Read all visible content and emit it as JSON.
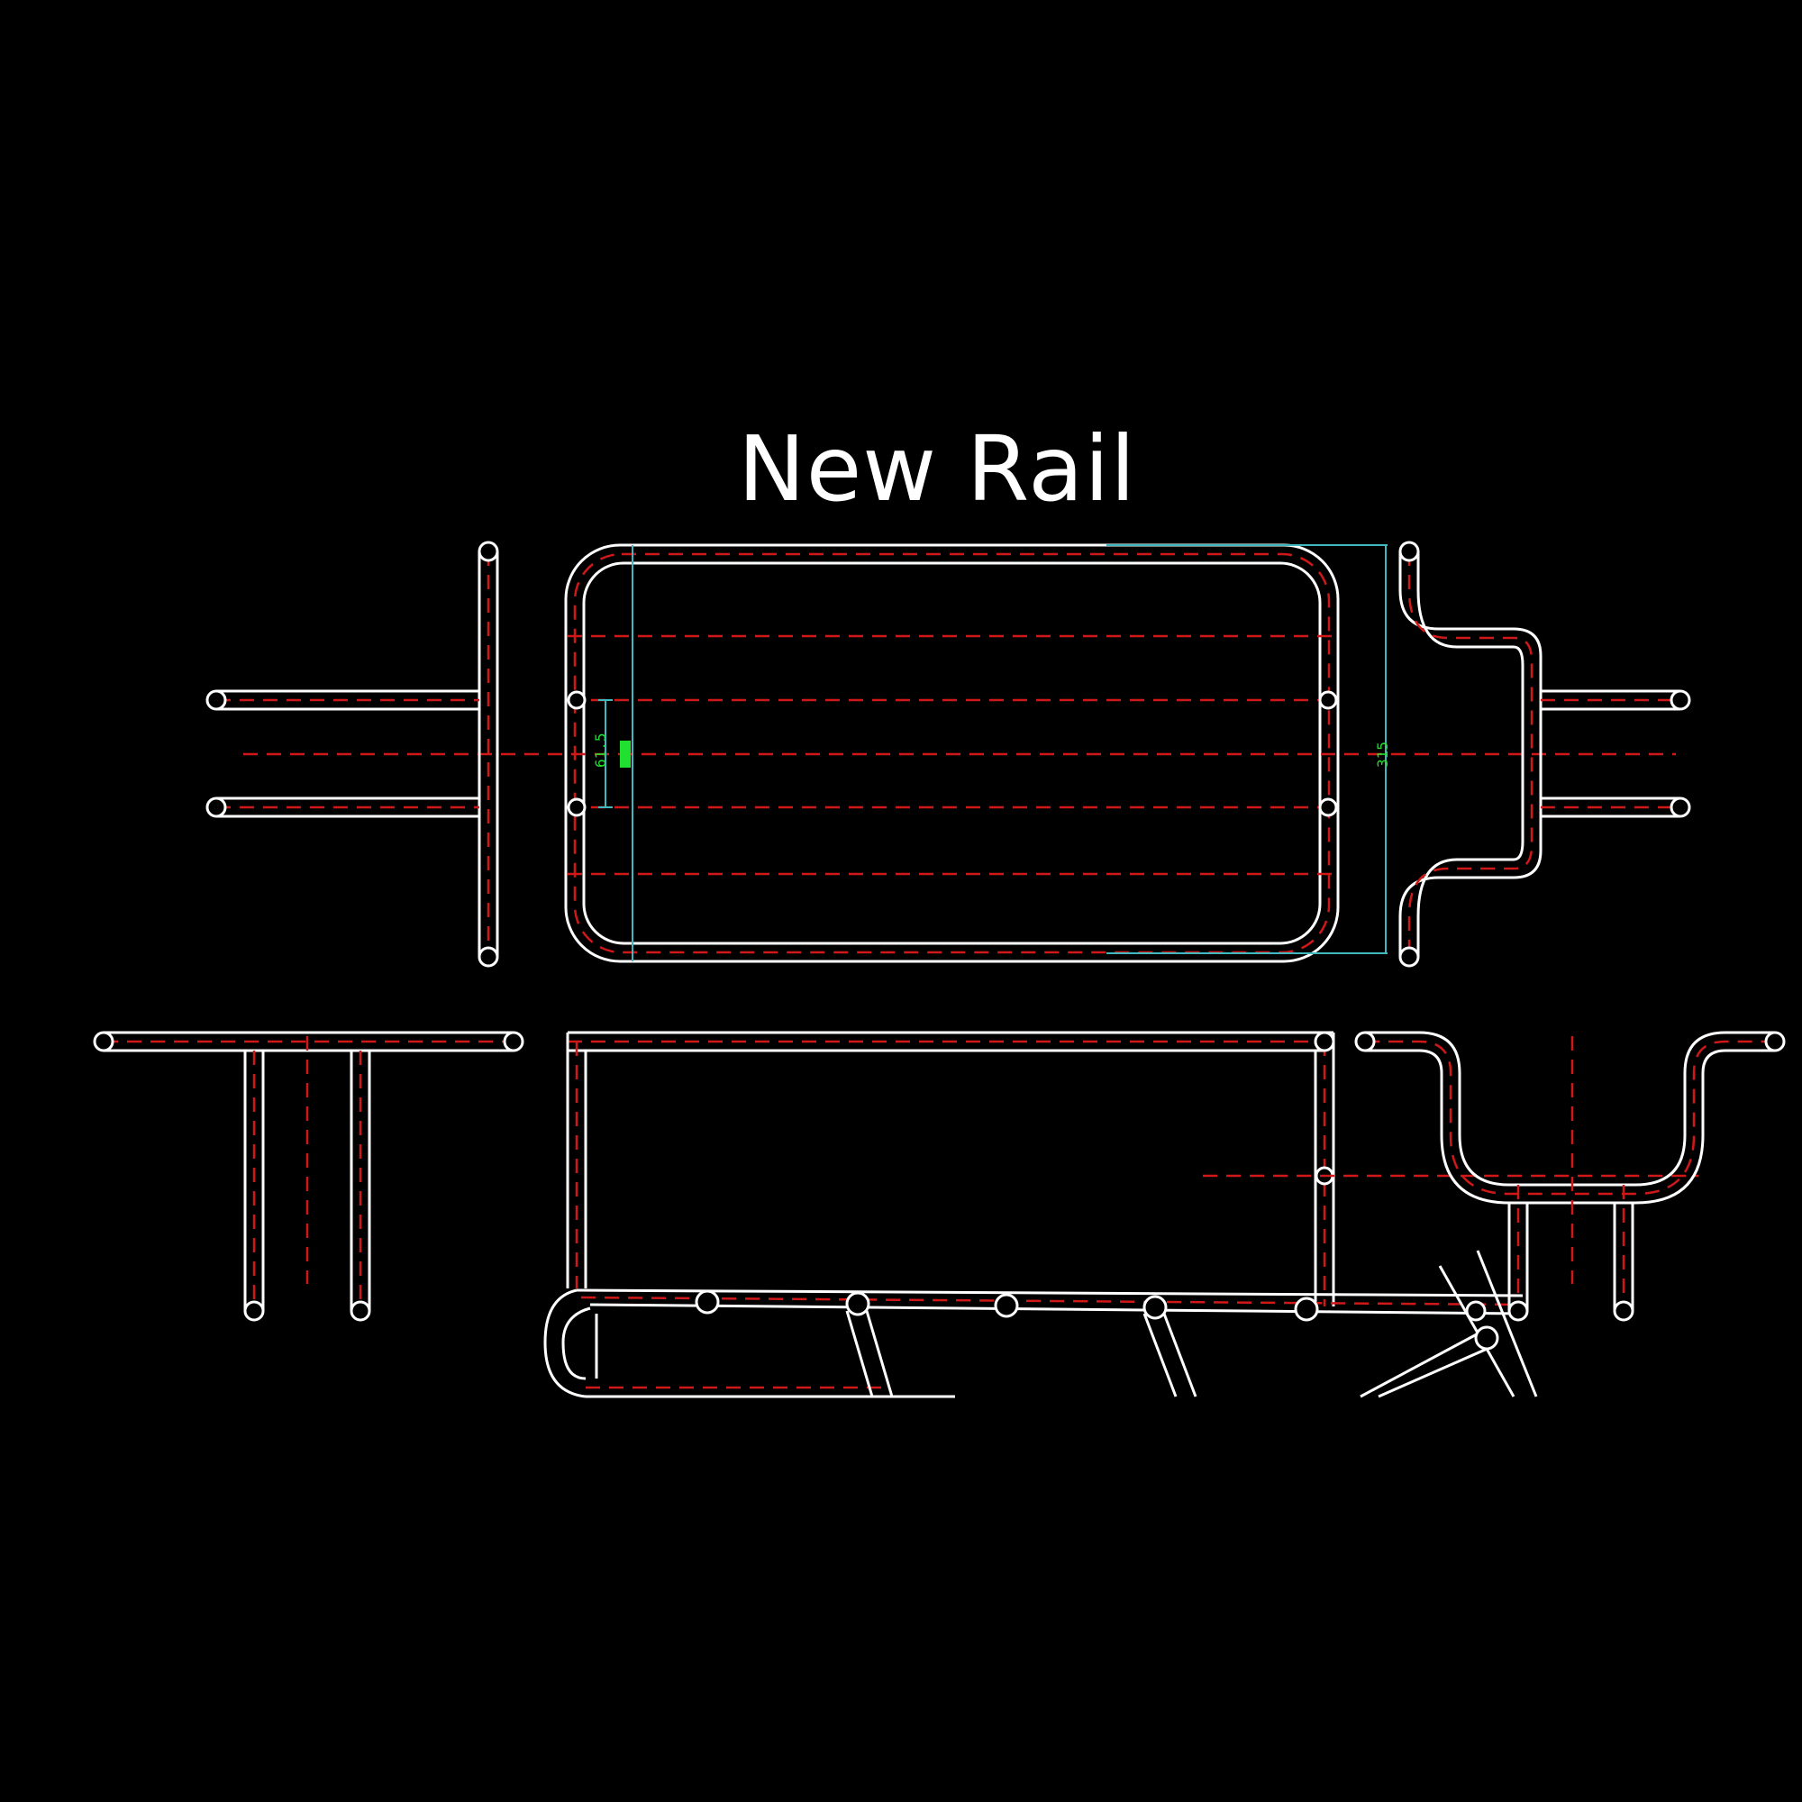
{
  "drawing": {
    "title": "New Rail",
    "dimension_left": "61.5",
    "dimension_right": "315",
    "colors": {
      "background": "#000000",
      "outline": "#ffffff",
      "centerline": "#d01818",
      "dimension_line": "#40b8c0",
      "dimension_text": "#20e030"
    }
  }
}
